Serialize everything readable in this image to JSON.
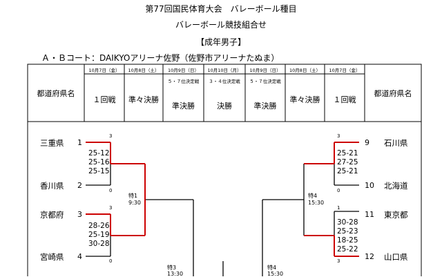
{
  "title": "第77回国民体育大会　バレーボール種目",
  "subtitle": "バレーボール競技組合せ",
  "category": "【成年男子】",
  "court": "Ａ・Ｂコート：DAIKYOアリーナ佐野（佐野市アリーナたぬま）",
  "dates": [
    "10月7日（金）",
    "10月8日（土）",
    "10月9日（日）",
    "10月10日（月）",
    "10月9日（日）",
    "10月8日（土）",
    "10月7日（金）"
  ],
  "notes": {
    "left": "５・７位決定戦",
    "center": "３・４位決定戦",
    "right": "５・７位決定戦"
  },
  "headers": {
    "pref_left": "都道府県名",
    "r1_left": "１回戦",
    "qf_left": "準々決勝",
    "sf_left": "準決勝",
    "final": "決勝",
    "sf_right": "準決勝",
    "qf_right": "準々決勝",
    "r1_right": "１回戦",
    "pref_right": "都道府県名"
  },
  "left_teams": [
    {
      "name": "三重県",
      "seed": "1"
    },
    {
      "name": "香川県",
      "seed": "2"
    },
    {
      "name": "京都府",
      "seed": "3"
    },
    {
      "name": "宮崎県",
      "seed": "4"
    }
  ],
  "right_teams": [
    {
      "name": "石川県",
      "seed": "9"
    },
    {
      "name": "北海道",
      "seed": "10"
    },
    {
      "name": "東京都",
      "seed": "11"
    },
    {
      "name": "山口県",
      "seed": "12"
    }
  ],
  "matches": {
    "m1": {
      "set_win": "3",
      "set_lose": "0",
      "scores": [
        "25-12",
        "25-16",
        "25-15"
      ]
    },
    "m2": {
      "set_win": "3",
      "set_lose": "0",
      "scores": [
        "28-26",
        "25-19",
        "30-28"
      ]
    },
    "m3": {
      "set_win": "3",
      "set_lose": "0",
      "scores": [
        "25-21",
        "27-25",
        "25-21"
      ]
    },
    "m4": {
      "set_win": "1",
      "set_lose": "3",
      "scores": [
        "30-28",
        "25-23",
        "18-25",
        "25-22"
      ]
    }
  },
  "specials": {
    "s1": {
      "label": "特1",
      "time": "9:30"
    },
    "s3": {
      "label": "特3",
      "time": "13:30"
    },
    "s4": {
      "label": "特4",
      "time": "15:30"
    },
    "s4b": {
      "label": "特4",
      "time": "15:30"
    }
  },
  "colors": {
    "winner_line": "#cc0000",
    "line": "#000000"
  }
}
